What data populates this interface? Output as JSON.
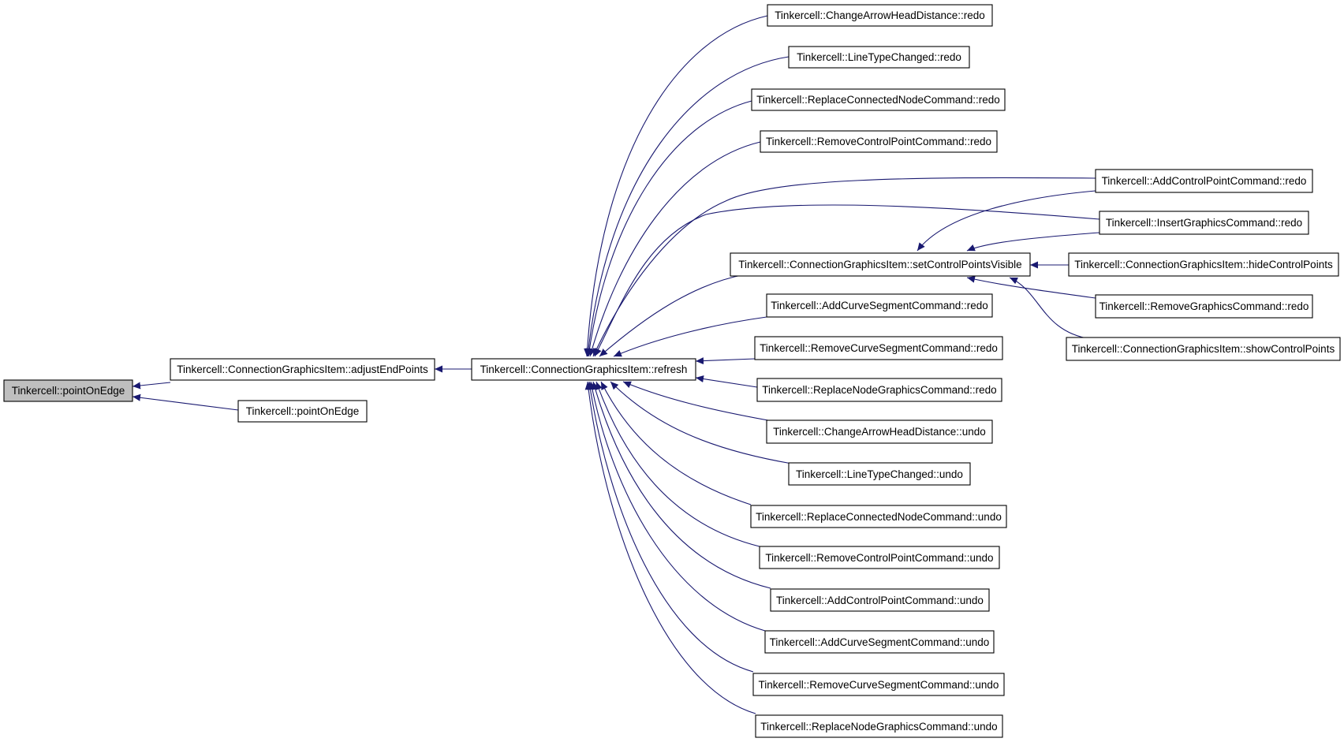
{
  "graph": {
    "colors": {
      "edge": "#191970",
      "node_fill": "#ffffff",
      "highlight_fill": "#bfbfbf",
      "border": "#000000"
    },
    "nodes": {
      "root": "Tinkercell::pointOnEdge",
      "adjust": "Tinkercell::ConnectionGraphicsItem::adjustEndPoints",
      "pointOnEdge2": "Tinkercell::pointOnEdge",
      "refresh": "Tinkercell::ConnectionGraphicsItem::refresh",
      "n1": "Tinkercell::ChangeArrowHeadDistance::redo",
      "n2": "Tinkercell::LineTypeChanged::redo",
      "n3": "Tinkercell::ReplaceConnectedNodeCommand::redo",
      "n4": "Tinkercell::RemoveControlPointCommand::redo",
      "setCP": "Tinkercell::ConnectionGraphicsItem::setControlPointsVisible",
      "n6": "Tinkercell::AddCurveSegmentCommand::redo",
      "n7": "Tinkercell::RemoveCurveSegmentCommand::redo",
      "n8": "Tinkercell::ReplaceNodeGraphicsCommand::redo",
      "n9": "Tinkercell::ChangeArrowHeadDistance::undo",
      "n10": "Tinkercell::LineTypeChanged::undo",
      "n11": "Tinkercell::ReplaceConnectedNodeCommand::undo",
      "n12": "Tinkercell::RemoveControlPointCommand::undo",
      "n13": "Tinkercell::AddControlPointCommand::undo",
      "n14": "Tinkercell::AddCurveSegmentCommand::undo",
      "n15": "Tinkercell::RemoveCurveSegmentCommand::undo",
      "n16": "Tinkercell::ReplaceNodeGraphicsCommand::undo",
      "addCPredo": "Tinkercell::AddControlPointCommand::redo",
      "insertRedo": "Tinkercell::InsertGraphicsCommand::redo",
      "hideCP": "Tinkercell::ConnectionGraphicsItem::hideControlPoints",
      "removeGfxRedo": "Tinkercell::RemoveGraphicsCommand::redo",
      "showCP": "Tinkercell::ConnectionGraphicsItem::showControlPoints"
    }
  }
}
